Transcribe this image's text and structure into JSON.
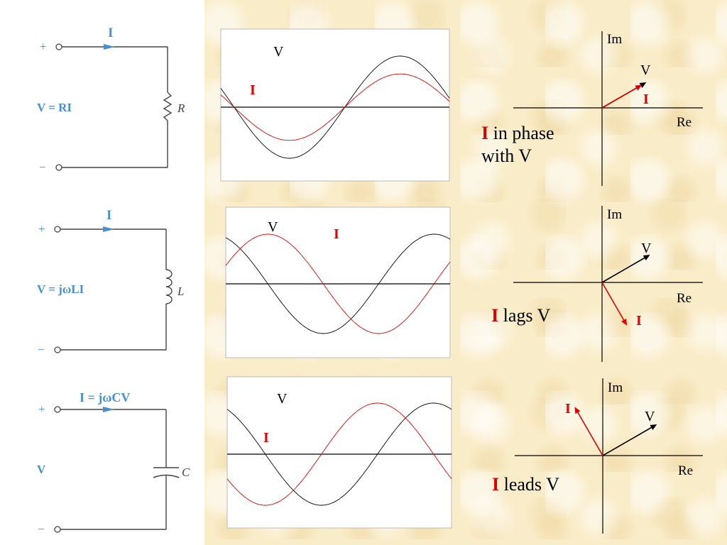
{
  "colors": {
    "circuit": "#4a8fd0",
    "voltage": "#000000",
    "current": "#dd0000",
    "background": "#f9ecc8"
  },
  "rows": [
    {
      "id": "resistor",
      "circuit": {
        "current_label": "I",
        "plus": "+",
        "minus": "−",
        "equation": "V = RI",
        "element_label": "R",
        "element_type": "resistor"
      },
      "waveform": {
        "v_label": "V",
        "i_label": "I",
        "phase_shift_deg": 0,
        "i_amplitude_ratio": 0.65
      },
      "phasor": {
        "im_label": "Im",
        "re_label": "Re",
        "v_label": "V",
        "i_label": "I",
        "v_angle_deg": 30,
        "i_angle_deg": 30
      },
      "caption": {
        "highlight": "I",
        "text_line1": " in phase",
        "text_line2": "with V"
      }
    },
    {
      "id": "inductor",
      "circuit": {
        "current_label": "I",
        "plus": "+",
        "minus": "−",
        "equation": "V = jωLI",
        "element_label": "L",
        "element_type": "inductor"
      },
      "waveform": {
        "v_label": "V",
        "i_label": "I",
        "phase_shift_deg": -90,
        "i_amplitude_ratio": 1.0
      },
      "phasor": {
        "im_label": "Im",
        "re_label": "Re",
        "v_label": "V",
        "i_label": "I",
        "v_angle_deg": 30,
        "i_angle_deg": -60
      },
      "caption": {
        "highlight": "I",
        "text_line1": " lags V",
        "text_line2": ""
      }
    },
    {
      "id": "capacitor",
      "circuit": {
        "current_label": "I = jωCV",
        "plus": "+",
        "minus": "−",
        "equation": "V",
        "element_label": "C",
        "element_type": "capacitor"
      },
      "waveform": {
        "v_label": "V",
        "i_label": "I",
        "phase_shift_deg": 90,
        "i_amplitude_ratio": 1.0
      },
      "phasor": {
        "im_label": "Im",
        "re_label": "Re",
        "v_label": "V",
        "i_label": "I",
        "v_angle_deg": 30,
        "i_angle_deg": 120
      },
      "caption": {
        "highlight": "I",
        "text_line1": " leads V",
        "text_line2": ""
      }
    }
  ]
}
